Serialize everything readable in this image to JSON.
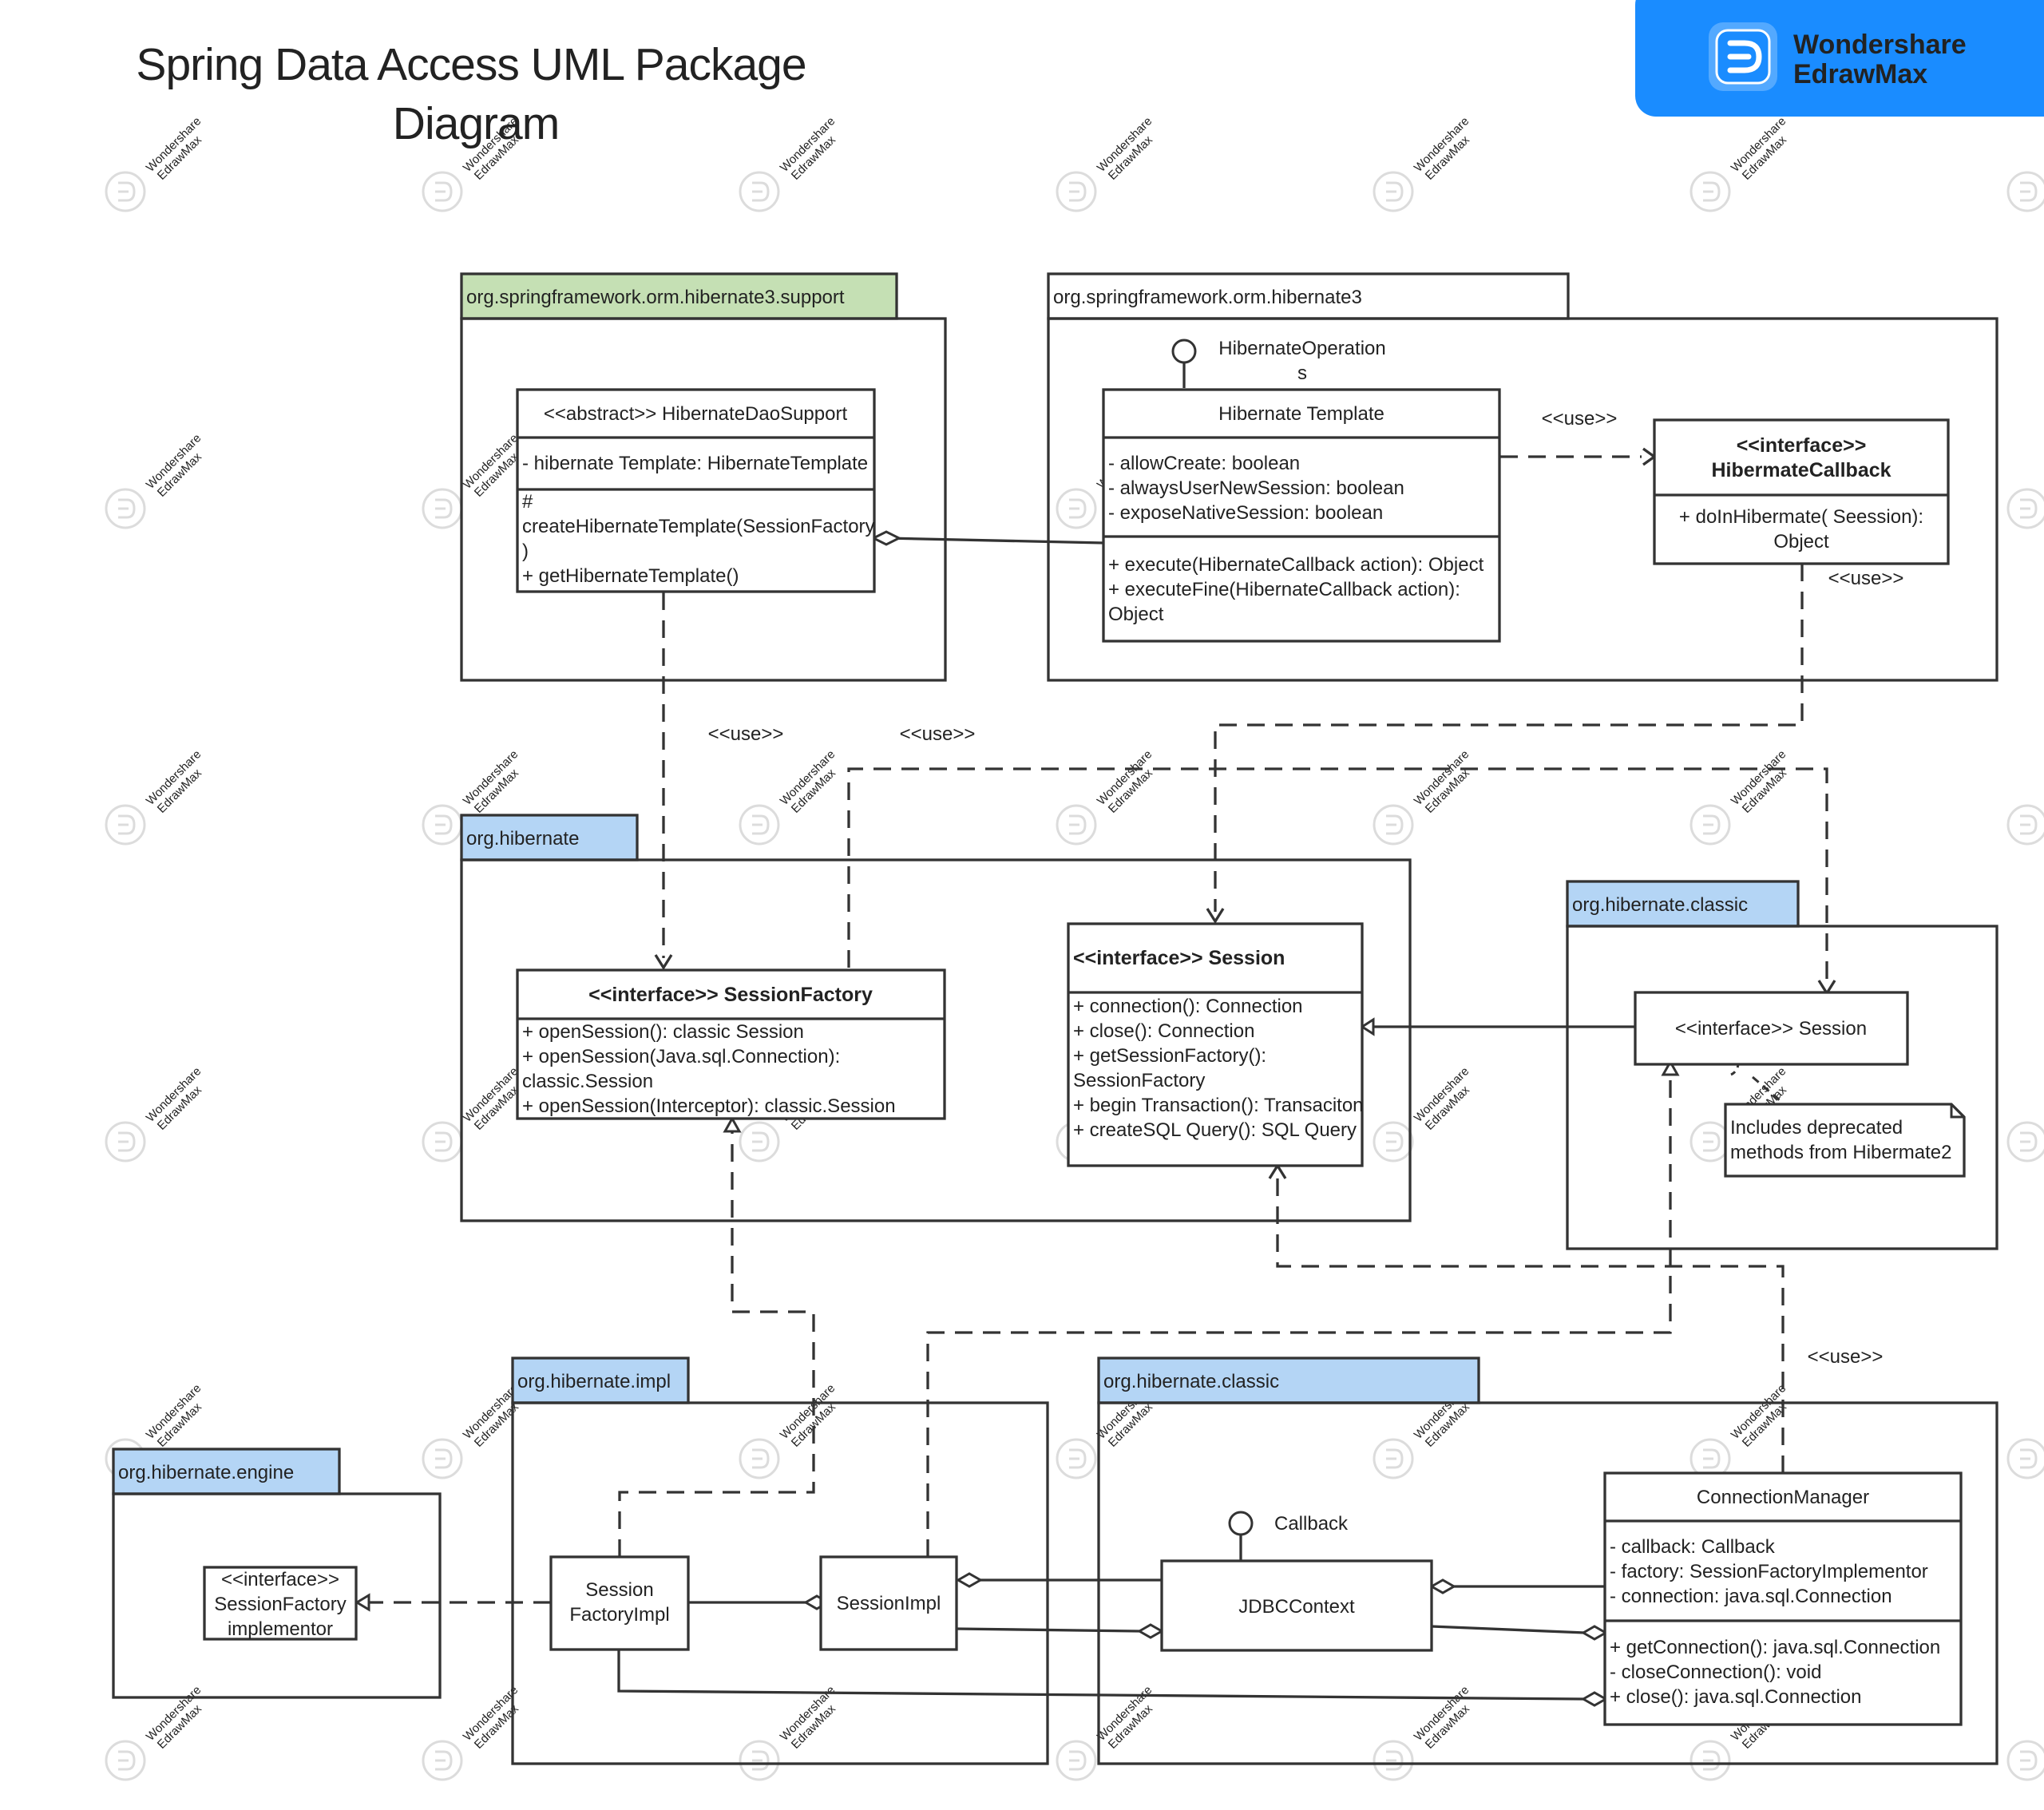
{
  "title": {
    "line1": "Spring Data Access UML Package",
    "line2": "Diagram"
  },
  "brand": {
    "name1": "Wondershare",
    "name2": "EdrawMax",
    "color": "#1a8cff",
    "icon": "edrawmax-logo-icon"
  },
  "watermark": {
    "line1": "Wondershare",
    "line2": "EdrawMax"
  },
  "colors": {
    "green_tab": "#c5e0b4",
    "blue_tab": "#b4d5f5",
    "line": "#333333",
    "text": "#222222"
  },
  "packages": {
    "hibernate3_support": "org.springframework.orm.hibernate3.support",
    "hibernate3": "org.springframework.orm.hibernate3",
    "hibernate": "org.hibernate",
    "hibernate_classic_top": "org.hibernate.classic",
    "hibernate_impl": "org.hibernate.impl",
    "hibernate_classic_bottom": "org.hibernate.classic",
    "hibernate_engine": "org.hibernate.engine"
  },
  "classes": {
    "dao_support": {
      "name": "<<abstract>> HibernateDaoSupport",
      "attributes": [
        "- hibernate Template: HibernateTemplate"
      ],
      "methods": [
        "#",
        "createHibernateTemplate(SessionFactory",
        ")",
        "+ getHibernateTemplate()"
      ]
    },
    "hibernate_template": {
      "name": "Hibernate Template",
      "attributes": [
        "- allowCreate: boolean",
        "- alwaysUserNewSession: boolean",
        "- exposeNativeSession: boolean"
      ],
      "methods": [
        "+ execute(HibernateCallback action): Object",
        "+ executeFine(HibernateCallback action):",
        "Object"
      ]
    },
    "hibernate_operations": {
      "name1": "HibernateOperation",
      "name2": "s"
    },
    "hibernate_callback": {
      "name1": "<<interface>>",
      "name2": "HibermateCallback",
      "methods": [
        "+ doInHibermate( Seession):",
        "Object"
      ]
    },
    "session_factory": {
      "name": "<<interface>> SessionFactory",
      "methods": [
        "+ openSession(): classic Session",
        "+ openSession(Java.sql.Connection):",
        "classic.Session",
        "+ openSession(Interceptor): classic.Session"
      ]
    },
    "session": {
      "name": "<<interface>> Session",
      "methods": [
        "+ connection(): Connection",
        "+ close(): Connection",
        "+ getSessionFactory():",
        "SessionFactory",
        "+ begin Transaction(): Transaciton",
        "+ createSQL Query(): SQL Query"
      ]
    },
    "classic_session": {
      "name": "<<interface>> Session"
    },
    "note": {
      "lines": [
        "Includes deprecated",
        "methods from Hibermate2"
      ]
    },
    "sf_implementor": {
      "lines": [
        "<<interface>>",
        "SessionFactory",
        "implementor"
      ]
    },
    "session_factory_impl": {
      "lines": [
        "Session",
        "FactoryImpl"
      ]
    },
    "session_impl": {
      "name": "SessionImpl"
    },
    "jdbc_context": {
      "name": "JDBCContext"
    },
    "callback": {
      "name": "Callback"
    },
    "connection_manager": {
      "name": "ConnectionManager",
      "attributes": [
        "- callback: Callback",
        "- factory: SessionFactoryImplementor",
        "- connection: java.sql.Connection"
      ],
      "methods": [
        "+ getConnection(): java.sql.Connection",
        "- closeConnection(): void",
        "+ close(): java.sql.Connection"
      ]
    }
  },
  "labels": {
    "use_1": "<<use>>",
    "use_2": "<<use>>",
    "use_3": "<<use>>",
    "use_4": "<<use>>",
    "use_5": "<<use>>"
  }
}
